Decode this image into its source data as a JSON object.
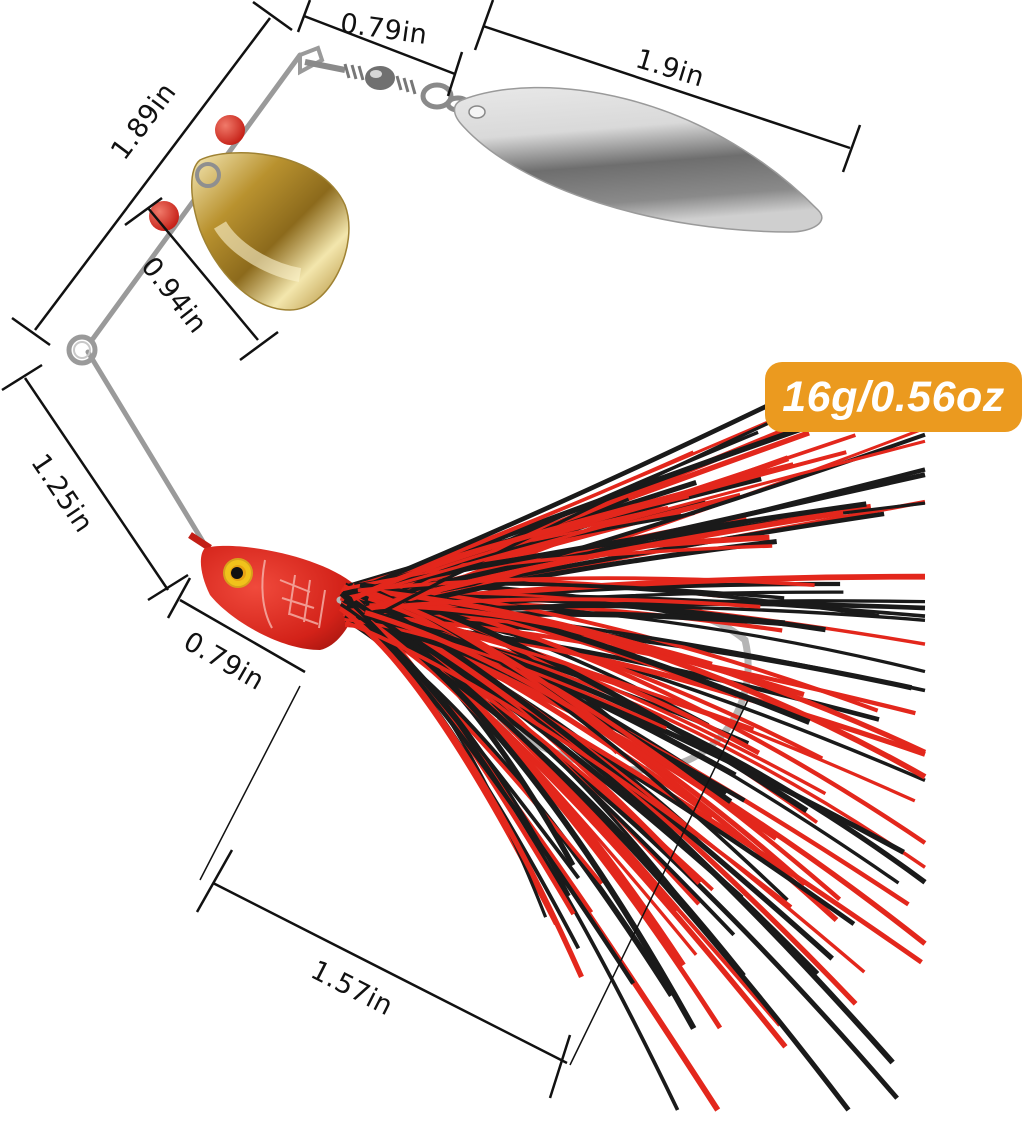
{
  "product": {
    "type": "spinnerbait fishing lure",
    "colors": {
      "skirt_red": "#e3271c",
      "skirt_black": "#1a1a1a",
      "head_red": "#d8261e",
      "eye_yellow": "#f1c21b",
      "gold_blade": "#c9a444",
      "silver_blade": "#b8b8b8",
      "bead_red": "#d62a21",
      "wire": "#9a9a9a",
      "badge_orange": "#eb9a1f",
      "dimension_line": "#111111"
    }
  },
  "weight_badge": {
    "label": "16g/0.56oz"
  },
  "dimensions": {
    "swivel_length": "0.79in",
    "willow_blade_length": "1.9in",
    "upper_arm_length": "1.89in",
    "colorado_blade_length": "0.94in",
    "lower_arm_length": "1.25in",
    "head_length": "0.79in",
    "skirt_length": "1.57in"
  }
}
